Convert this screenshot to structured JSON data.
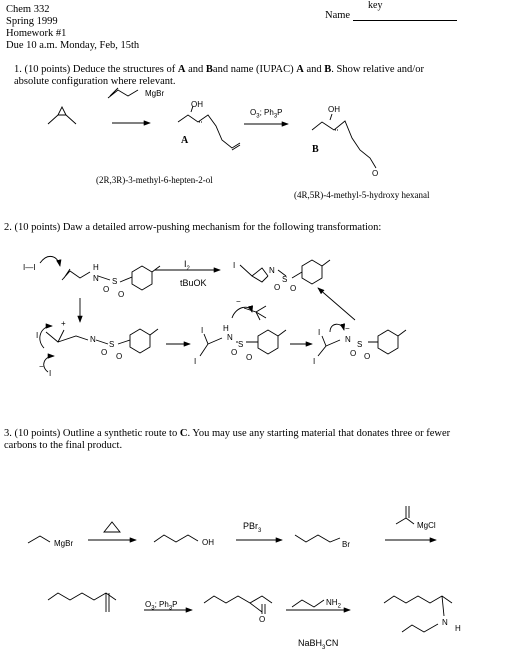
{
  "header": {
    "course": "Chem 332",
    "term": "Spring 1999",
    "assignment": "Homework #1",
    "due": "Due 10 a.m. Monday, Feb, 15th",
    "name_label": "Name",
    "name_value": "key"
  },
  "q1": {
    "prompt_pre": "1.  (10 points) Deduce the structures of ",
    "A": "A",
    "and": " and ",
    "B": "B",
    "prompt_mid": "and name  (IUPAC)  ",
    "A2": "A",
    "and2": " and ",
    "B2": "B",
    "prompt_post": ".  Show relative and/or",
    "prompt_line2": "absolute configuration where relevant.",
    "reagent1": "MgBr",
    "reagent2": "O",
    "reagent2_sub": "3",
    "reagent2_rest": "; Ph",
    "reagent2_sub2": "3",
    "reagent2_end": "P",
    "label_A": "A",
    "label_B": "B",
    "oh": "OH",
    "oh2": "OH",
    "o": "O",
    "name_A": "(2R,3R)-3-methyl-6-hepten-2-ol",
    "name_B": "(4R,5R)-4-methyl-5-hydroxy hexanal"
  },
  "q2": {
    "prompt": "2.  (10 points) Daw a detailed arrow-pushing mechanism for the following transformation:",
    "ii": "I—I",
    "n": "N",
    "h": "H",
    "s": "S",
    "o": "O",
    "reagent_top": "I",
    "reagent_top_sub": "2",
    "reagent_bottom": "tBuOK",
    "i": "I",
    "plus": "+",
    "minus": "−"
  },
  "q3": {
    "prompt_pre": "3.  (10 points)  Outline a synthetic route to ",
    "C": "C",
    "prompt_post": ".  You may use any starting material that donates three or fewer",
    "prompt_line2": "carbons to the final product.",
    "mgbr": "MgBr",
    "oh": "OH",
    "pbr3": "PBr",
    "pbr3_sub": "3",
    "br": "Br",
    "mgcl": "MgCl",
    "o3": "O",
    "o3_sub": "3",
    "o3_rest": "; Ph",
    "o3_sub2": "3",
    "o3_end": "P",
    "o": "O",
    "nh2": "NH",
    "nh2_sub": "2",
    "nabh3cn": "NaBH",
    "nabh3cn_sub": "3",
    "nabh3cn_end": "CN",
    "n": "N",
    "h": "H"
  }
}
